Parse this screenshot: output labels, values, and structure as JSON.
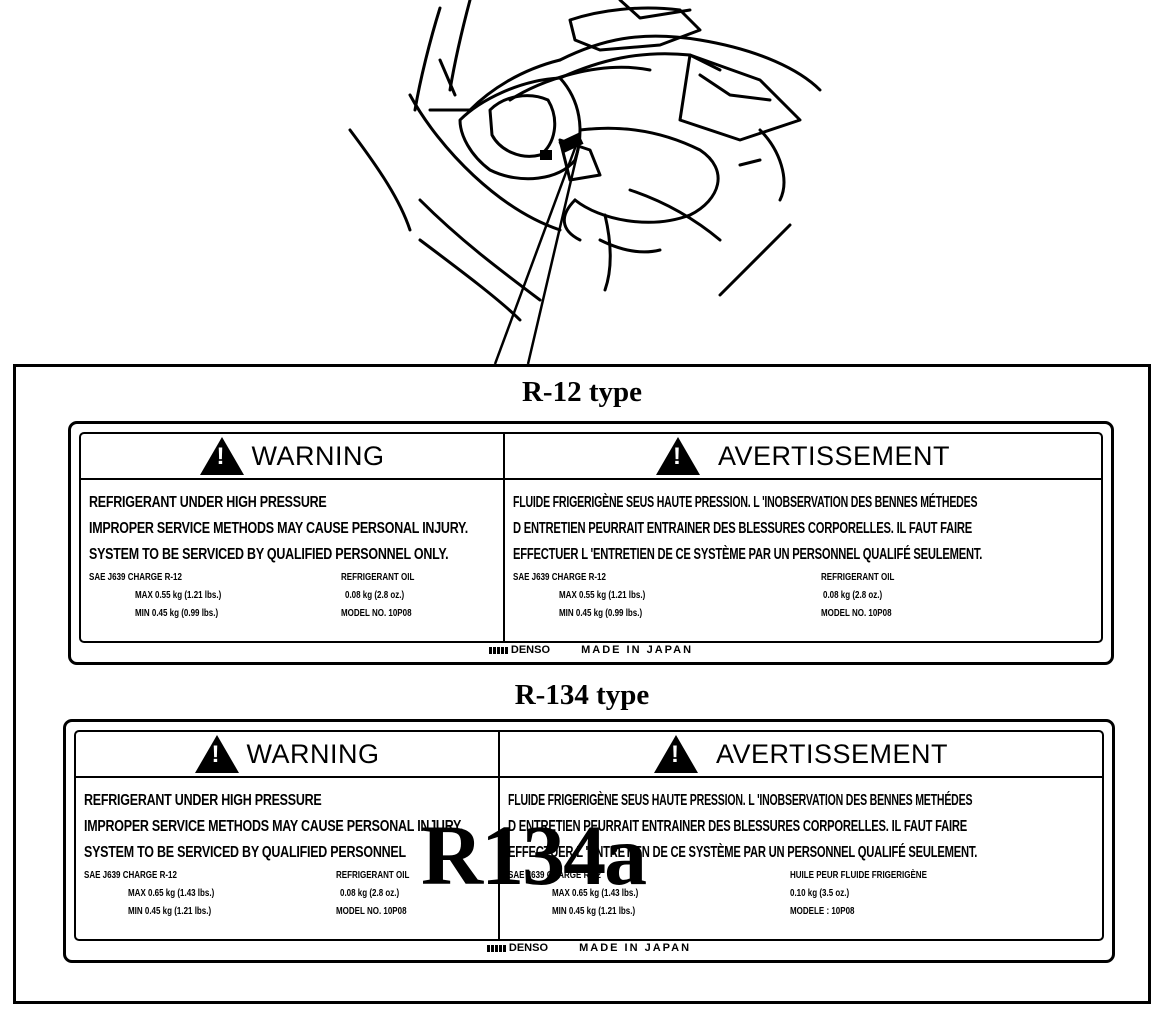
{
  "labels": [
    {
      "title": "R-12 type",
      "warning": {
        "heading": "WARNING",
        "lines": [
          "REFRIGERANT UNDER HIGH PRESSURE",
          "IMPROPER SERVICE METHODS MAY CAUSE PERSONAL INJURY.",
          "SYSTEM TO BE SERVICED BY QUALIFIED PERSONNEL ONLY."
        ],
        "sae": "SAE J639   CHARGE R-12",
        "max": "MAX 0.55 kg (1.21 lbs.)",
        "min": "MIN 0.45 kg (0.99 lbs.)",
        "oil_label": "REFRIGERANT OIL",
        "oil": "0.08 kg (2.8 oz.)",
        "model": "MODEL NO. 10P08"
      },
      "avertissement": {
        "heading": "AVERTISSEMENT",
        "lines": [
          "FLUIDE FRIGERIGÈNE SEUS HAUTE PRESSION. L 'INOBSERVATION DES BENNES MÉTHEDES",
          "D ENTRETIEN PEURRAIT ENTRAINER DES BLESSURES CORPORELLES.  IL FAUT FAIRE",
          "EFFECTUER L 'ENTRETIEN DE CE SYSTÈME PAR UN PERSONNEL QUALIFÉ SEULEMENT."
        ],
        "sae": "SAE J639   CHARGE R-12",
        "max": "MAX 0.55 kg (1.21 lbs.)",
        "min": "MIN 0.45 kg (0.99 lbs.)",
        "oil_label": "REFRIGERANT OIL",
        "oil": "0.08 kg (2.8 oz.)",
        "model": "MODEL NO. 10P08"
      },
      "brand": "DENSO",
      "made_in": "MADE IN JAPAN"
    },
    {
      "title": "R-134 type",
      "warning": {
        "heading": "WARNING",
        "lines": [
          "REFRIGERANT UNDER HIGH PRESSURE",
          "IMPROPER SERVICE METHODS MAY CAUSE PERSONAL INJURY.",
          "SYSTEM TO BE SERVICED BY QUALIFIED PERSONNEL"
        ],
        "sae": "SAE J639   CHARGE R-12",
        "max": "MAX 0.65 kg (1.43 lbs.)",
        "min": "MIN 0.45 kg (1.21 lbs.)",
        "oil_label": "REFRIGERANT OIL",
        "oil": "0.08 kg (2.8 oz.)",
        "model": "MODEL NO. 10P08"
      },
      "avertissement": {
        "heading": "AVERTISSEMENT",
        "lines": [
          "FLUIDE FRIGERIGÈNE SEUS HAUTE PRESSION. L 'INOBSERVATION DES BENNES METHÉDES",
          "D ENTRETIEN PEURRAIT ENTRAINER DES BLESSURES CORPORELLES.  IL FAUT FAIRE",
          "EFFECTUER L 'ENTRETIEN DE CE SYSTÈME PAR UN PERSONNEL QUALIFÉ SEULEMENT."
        ],
        "sae": "SAE J639   CHARGE R-12",
        "max": "MAX 0.65 kg (1.43 lbs.)",
        "min": "MIN 0.45 kg (1.21 lbs.)",
        "oil_label": "HUILE PEUR FLUIDE FRIGERIGÈNE",
        "oil": "0.10 kg (3.5 oz.)",
        "model": "MODELE : 10P08"
      },
      "brand": "DENSO",
      "made_in": "MADE IN JAPAN",
      "overlay": "R134a"
    }
  ]
}
